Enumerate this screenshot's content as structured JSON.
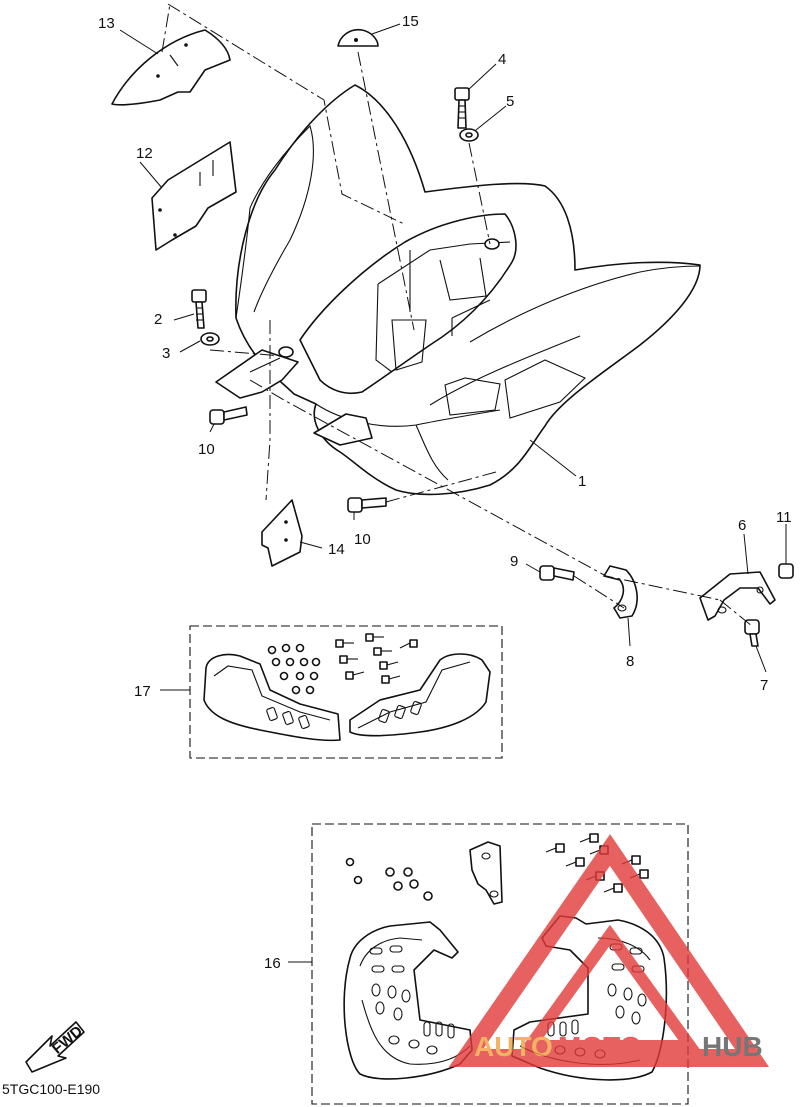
{
  "diagram": {
    "code": "5TGC100-E190",
    "fwd_label": "FWD",
    "callouts": {
      "c1": "1",
      "c2": "2",
      "c3": "3",
      "c4": "4",
      "c5": "5",
      "c6": "6",
      "c7": "7",
      "c8": "8",
      "c9": "9",
      "c10a": "10",
      "c10b": "10",
      "c11": "11",
      "c12": "12",
      "c13": "13",
      "c14": "14",
      "c15": "15",
      "c16": "16",
      "c17": "17"
    }
  },
  "watermark": {
    "text_auto": "AUTO",
    "text_moto": "MOTO",
    "text_hub": "HUB",
    "color_auto": "#f2a03c",
    "color_moto": "#e23a3a",
    "color_hub": "#555555"
  }
}
